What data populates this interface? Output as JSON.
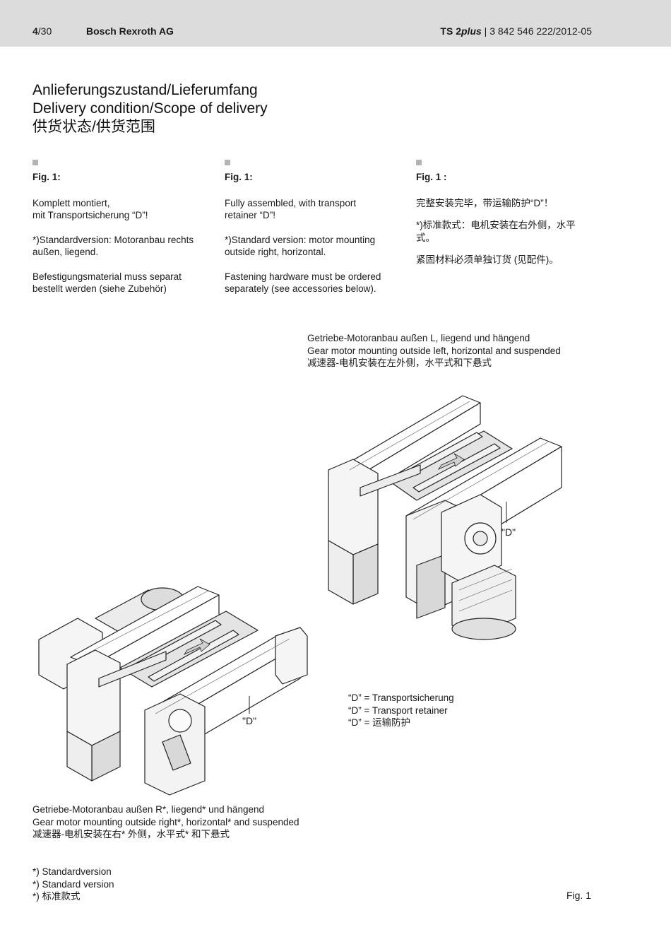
{
  "header": {
    "page_current": "4",
    "page_total": "/30",
    "company": "Bosch Rexroth AG",
    "product_prefix": "TS 2",
    "product_suffix": "plus",
    "doc_ref": "|  3 842 546 222/2012-05"
  },
  "titles": {
    "de": "Anlieferungszustand/Lieferumfang",
    "en": "Delivery condition/Scope of delivery",
    "zh": "供货状态/供货范围"
  },
  "columns": {
    "de": {
      "fig": "Fig. 1:",
      "p1_l1": "Komplett montiert,",
      "p1_l2": "mit Transportsicherung “D”!",
      "p2_l1": "*)Standardversion: Motoranbau rechts",
      "p2_l2": "außen, liegend.",
      "p3_l1": "Befestigungsmaterial muss separat",
      "p3_l2": "bestellt werden (siehe Zubehör)"
    },
    "en": {
      "fig": "Fig. 1:",
      "p1_l1": "Fully assembled, with transport",
      "p1_l2": "retainer “D”!",
      "p2_l1": "*)Standard version: motor mounting",
      "p2_l2": "outside right, horizontal.",
      "p3_l1": "Fastening hardware must  be ordered",
      "p3_l2": "separately (see accessories below)."
    },
    "zh": {
      "fig": "Fig. 1 :",
      "p1": "完整安装完毕，带运输防护“D”！",
      "p2_l1": "*)标准款式：电机安装在右外侧，水平",
      "p2_l2": "式。",
      "p3": "紧固材料必须单独订货 (见配件)。"
    }
  },
  "caption_left_top": {
    "de": "Getriebe-Motoranbau außen L, liegend und hängend",
    "en": "Gear motor mounting outside left, horizontal and suspended",
    "zh": "减速器-电机安装在左外侧，水平式和下悬式"
  },
  "drawing_labels": {
    "d_upper": "\"D\"",
    "d_lower": "\"D\""
  },
  "legend": {
    "de": "“D” = Transportsicherung",
    "en": "“D” = Transport retainer",
    "zh": "“D” = 运输防护"
  },
  "caption_right_bottom": {
    "de": "Getriebe-Motoranbau außen R*, liegend* und hängend",
    "en": "Gear motor mounting outside right*, horizontal* and suspended",
    "zh": "减速器-电机安装在右* 外侧，水平式* 和下悬式"
  },
  "footnotes": {
    "de": "*) Standardversion",
    "en": "*) Standard version",
    "zh": "*) 标准款式"
  },
  "fig_ref": "Fig. 1"
}
